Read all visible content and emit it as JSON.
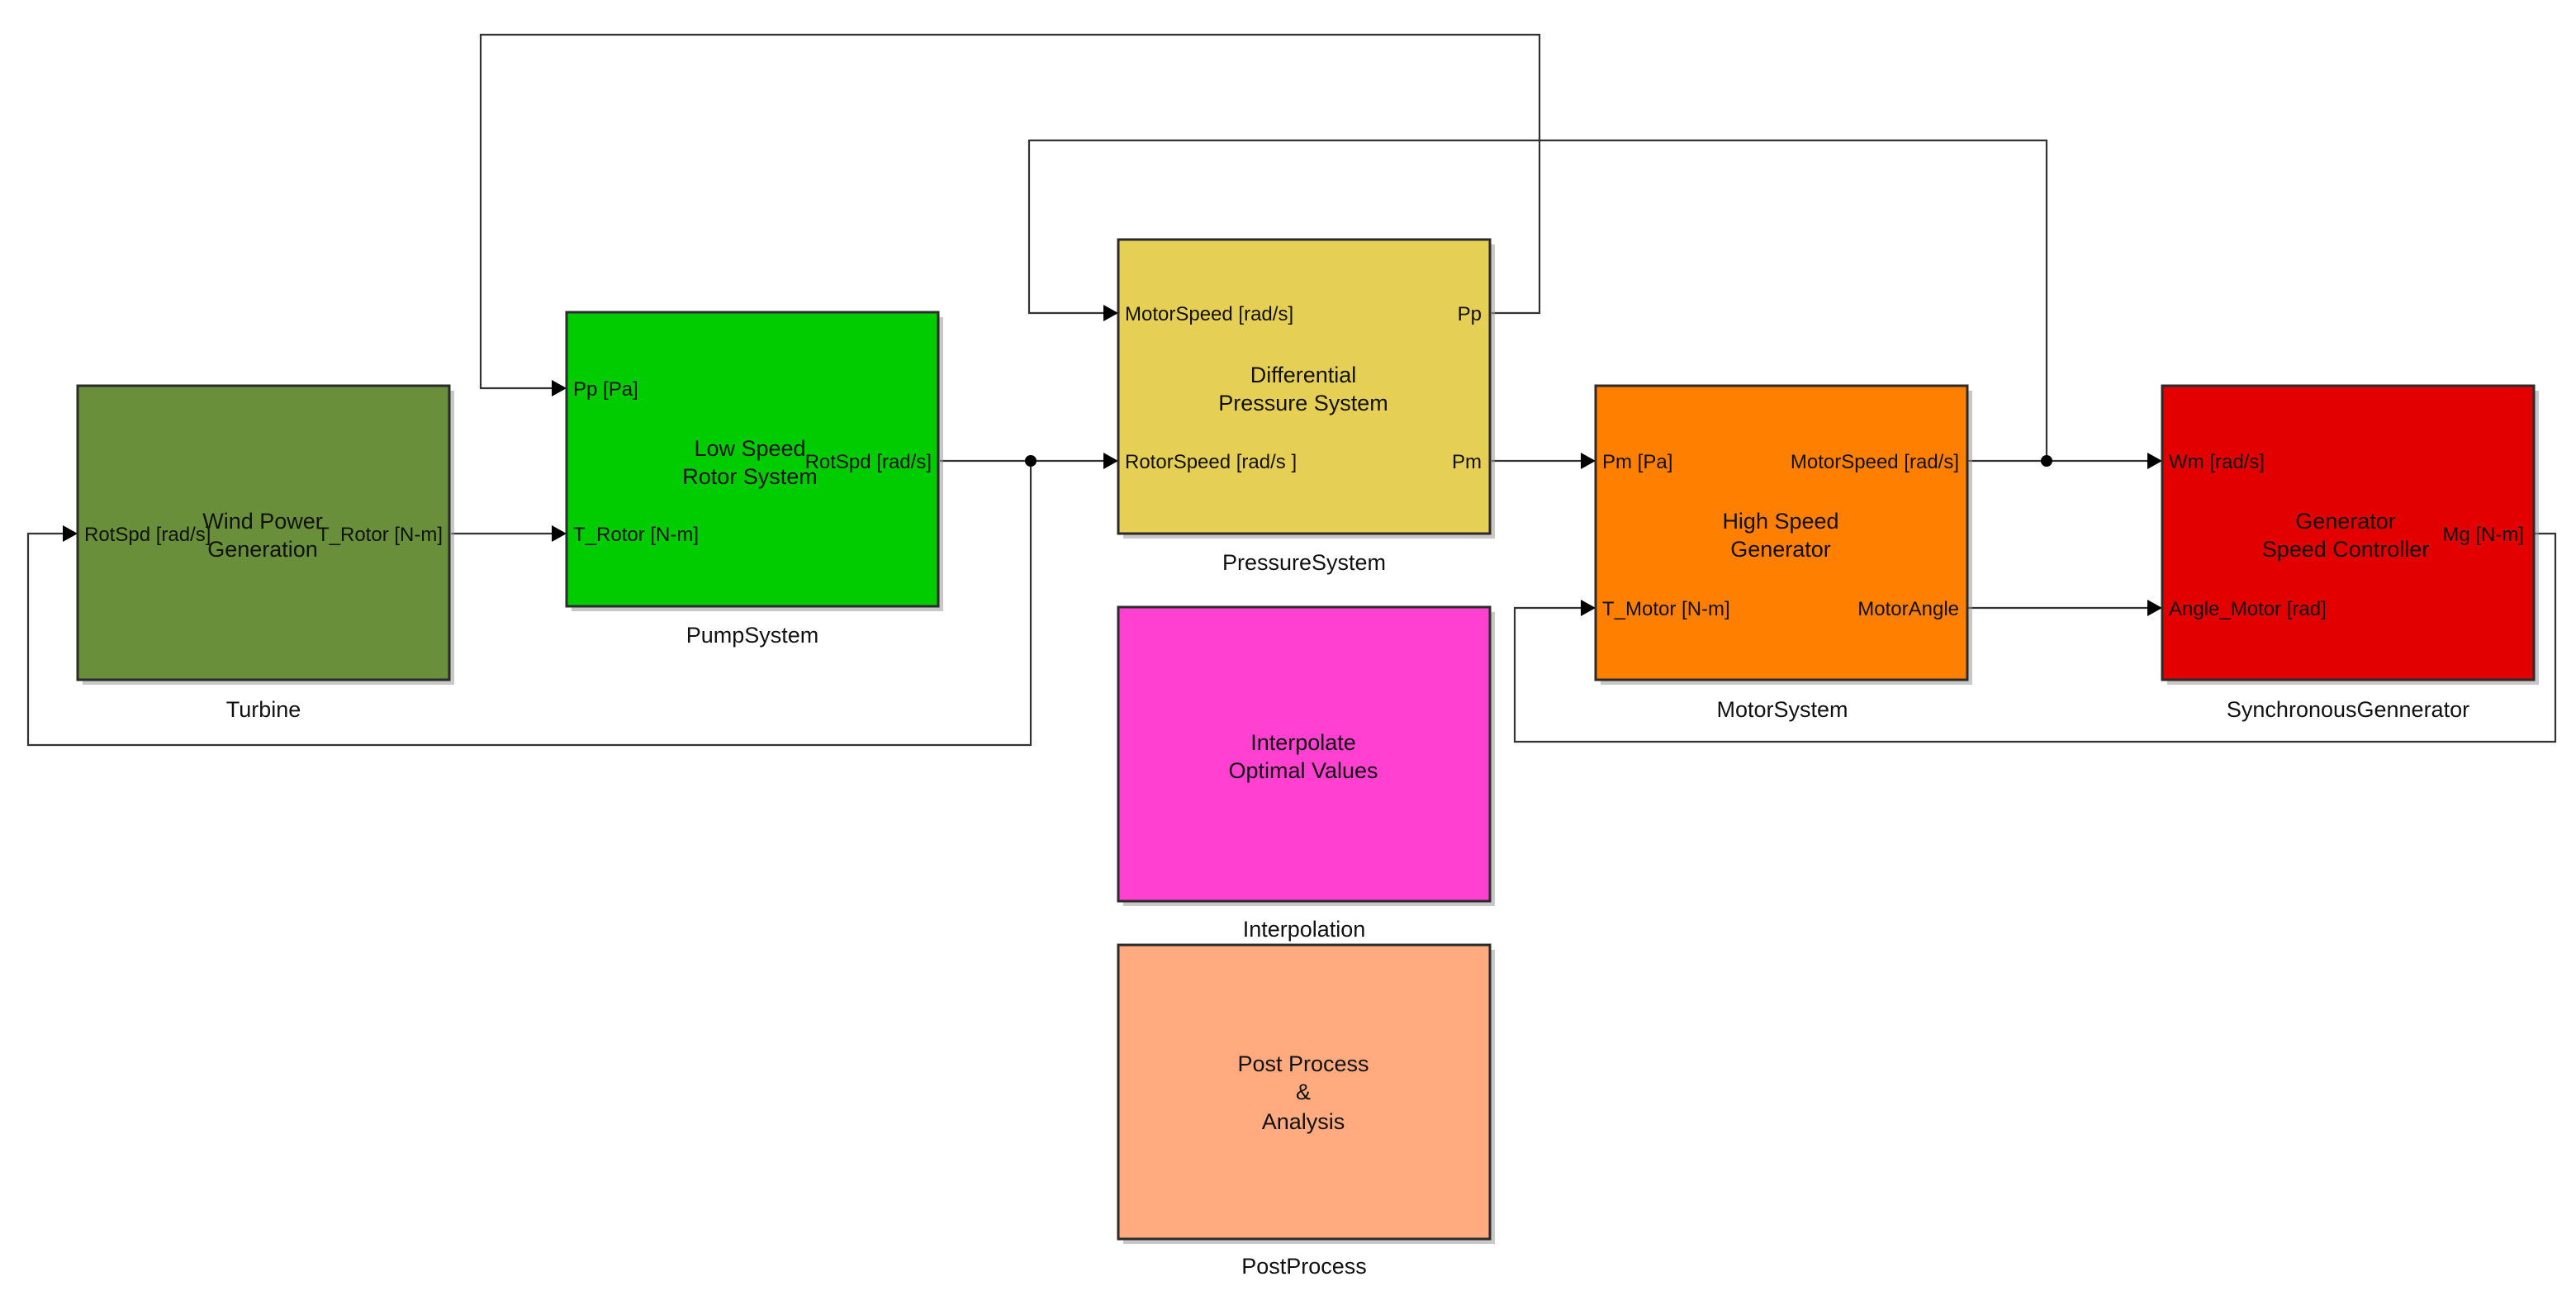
{
  "colors": {
    "turbine": "#6a8f3a",
    "pump": "#00cc00",
    "pressure": "#e6cf55",
    "motor": "#ff7f00",
    "generator": "#e20000",
    "interpolation": "#ff40d0",
    "postprocess": "#ffaa7f"
  },
  "blocks": {
    "turbine": {
      "name": "Turbine",
      "title": [
        "Wind Power",
        "Generation"
      ],
      "inputs": [
        "RotSpd [rad/s]"
      ],
      "outputs": [
        "T_Rotor [N-m]"
      ]
    },
    "pump": {
      "name": "PumpSystem",
      "title": [
        "Low Speed",
        "Rotor System"
      ],
      "inputs": [
        "Pp [Pa]",
        "T_Rotor [N-m]"
      ],
      "outputs": [
        "RotSpd [rad/s]"
      ]
    },
    "pressure": {
      "name": "PressureSystem",
      "title": [
        "Differential",
        "Pressure System"
      ],
      "inputs": [
        "MotorSpeed [rad/s]",
        "RotorSpeed [rad/s ]"
      ],
      "outputs": [
        "Pp",
        "Pm"
      ]
    },
    "motor": {
      "name": "MotorSystem",
      "title": [
        "High Speed",
        "Generator"
      ],
      "inputs": [
        "Pm [Pa]",
        "T_Motor [N-m]"
      ],
      "outputs": [
        "MotorSpeed [rad/s]",
        "MotorAngle"
      ]
    },
    "generator": {
      "name": "SynchronousGennerator",
      "title": [
        "Generator",
        "Speed Controller"
      ],
      "inputs": [
        "Wm [rad/s]",
        "Angle_Motor [rad]"
      ],
      "outputs": [
        "Mg [N-m]"
      ]
    },
    "interpolation": {
      "name": "Interpolation",
      "title": [
        "Interpolate",
        "Optimal Values"
      ]
    },
    "postprocess": {
      "name": "PostProcess",
      "title": [
        "Post Process",
        "&",
        "Analysis"
      ]
    }
  }
}
